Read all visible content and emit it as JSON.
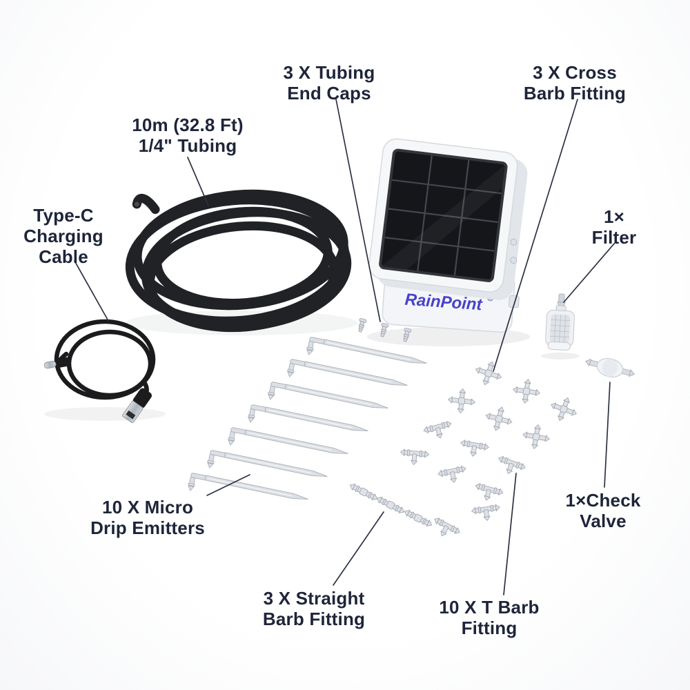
{
  "scene": {
    "description": "Solar irrigation watering kit contents laid out on white with callout labels",
    "background": "#ffffff"
  },
  "colors": {
    "label_text": "#1e2539",
    "leader_line": "#2b3142",
    "brand_blue": "#4842c9",
    "tubing_black": "#212225",
    "cable_black": "#1b1b1d",
    "solar_cell_black": "#15161a",
    "fitting_gray": "#dfe2e7",
    "device_white": "#f6f7f9"
  },
  "device": {
    "brand": "RainPoint",
    "registered_mark": "®"
  },
  "callouts": {
    "tubing": {
      "line1": "10m (32.8 Ft)",
      "line2": "1/4\" Tubing"
    },
    "end_caps": {
      "line1": "3 X Tubing",
      "line2": "End Caps"
    },
    "cross_fitting": {
      "line1": "3 X Cross",
      "line2": "Barb Fitting"
    },
    "charging_cable": {
      "line1": "Type-C",
      "line2": "Charging",
      "line3": "Cable"
    },
    "filter": {
      "line1": "1×",
      "line2": "Filter"
    },
    "drip_emitters": {
      "line1": "10 X Micro",
      "line2": "Drip Emitters"
    },
    "check_valve": {
      "line1": "1×Check",
      "line2": "Valve"
    },
    "straight_fitting": {
      "line1": "3 X Straight",
      "line2": "Barb Fitting"
    },
    "t_fitting": {
      "line1": "10 X T Barb",
      "line2": "Fitting"
    }
  }
}
